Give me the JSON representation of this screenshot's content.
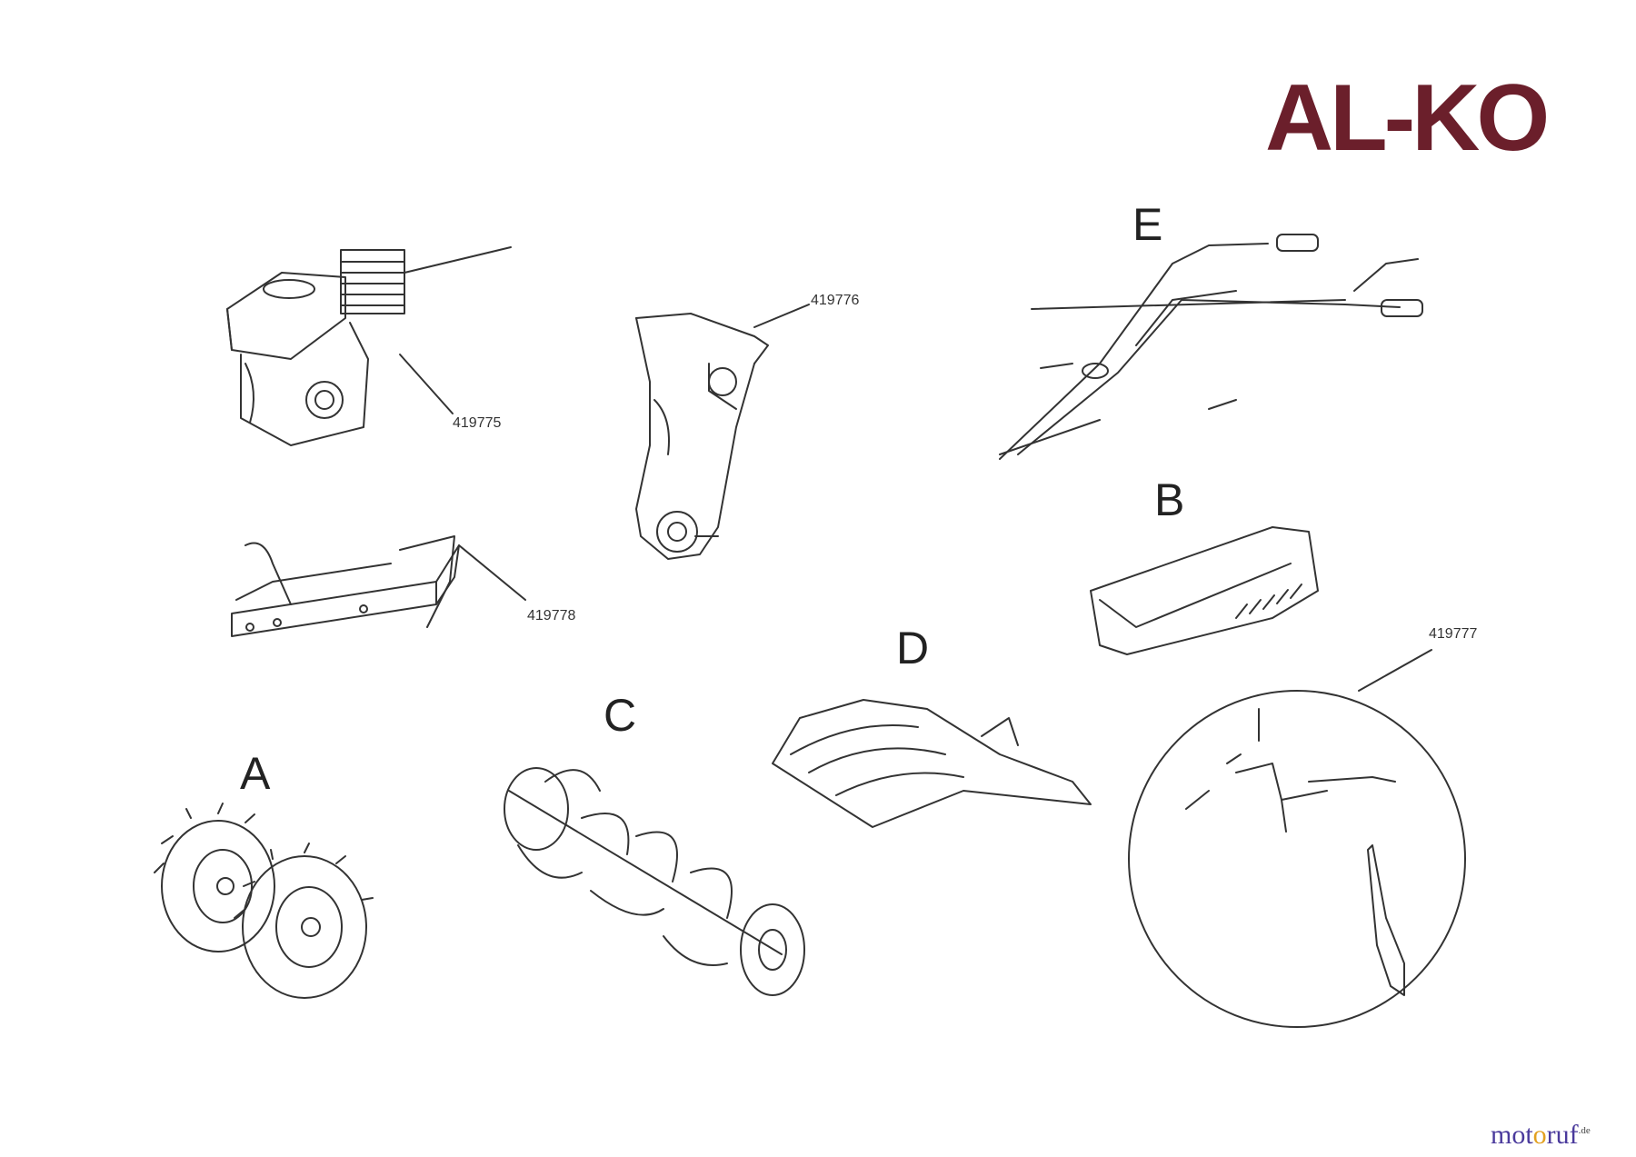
{
  "brand": {
    "logo_text": "AL-KO",
    "logo_color": "#6b1f2b"
  },
  "watermark": {
    "text_a": "mot",
    "text_b": "ruf",
    "suffix": ".de",
    "color_main": "#4a3a9c",
    "color_o1": "#e2a020",
    "color_o2": "#3aa03a"
  },
  "groups": [
    {
      "letter": "A"
    },
    {
      "letter": "B"
    },
    {
      "letter": "C"
    },
    {
      "letter": "D"
    },
    {
      "letter": "E"
    }
  ],
  "part_numbers": [
    "419775",
    "419776",
    "419778",
    "419777"
  ],
  "components": [
    {
      "id": "engine",
      "icon": "engine-icon"
    },
    {
      "id": "gearbox",
      "icon": "gearbox-icon"
    },
    {
      "id": "bracket",
      "icon": "bracket-icon"
    },
    {
      "id": "handlebar",
      "icon": "handlebar-icon"
    },
    {
      "id": "belt-cover",
      "icon": "belt-cover-icon"
    },
    {
      "id": "fender",
      "icon": "fender-icon"
    },
    {
      "id": "tiller",
      "icon": "tiller-tines-icon"
    },
    {
      "id": "wheels",
      "icon": "wheels-icon"
    },
    {
      "id": "depth-bar-detail",
      "icon": "depth-bar-detail-icon"
    }
  ]
}
